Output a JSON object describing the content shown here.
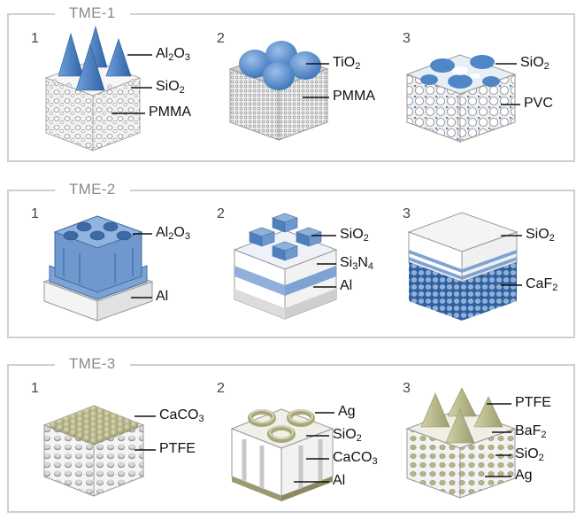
{
  "panels": [
    {
      "title": "TME-1",
      "structures": [
        {
          "number": "1",
          "labels": [
            [
              "Al",
              "2",
              "O",
              "3"
            ],
            [
              "SiO",
              "2"
            ],
            [
              "PMMA"
            ]
          ]
        },
        {
          "number": "2",
          "labels": [
            [
              "TiO",
              "2"
            ],
            [
              "PMMA"
            ]
          ]
        },
        {
          "number": "3",
          "labels": [
            [
              "SiO",
              "2"
            ],
            [
              "PVC"
            ]
          ]
        }
      ]
    },
    {
      "title": "TME-2",
      "structures": [
        {
          "number": "1",
          "labels": [
            [
              "Al",
              "2",
              "O",
              "3"
            ],
            [
              "Al"
            ]
          ]
        },
        {
          "number": "2",
          "labels": [
            [
              "SiO",
              "2"
            ],
            [
              "Si",
              "3",
              "N",
              "4"
            ],
            [
              "Al"
            ]
          ]
        },
        {
          "number": "3",
          "labels": [
            [
              "SiO",
              "2"
            ],
            [
              "CaF",
              "2"
            ]
          ]
        }
      ]
    },
    {
      "title": "TME-3",
      "structures": [
        {
          "number": "1",
          "labels": [
            [
              "CaCO",
              "3"
            ],
            [
              "PTFE"
            ]
          ]
        },
        {
          "number": "2",
          "labels": [
            [
              "Ag"
            ],
            [
              "SiO",
              "2"
            ],
            [
              "CaCO",
              "3"
            ],
            [
              "Al"
            ]
          ]
        },
        {
          "number": "3",
          "labels": [
            [
              "PTFE"
            ],
            [
              "BaF",
              "2"
            ],
            [
              "SiO",
              "2"
            ],
            [
              "Ag"
            ]
          ]
        }
      ]
    }
  ],
  "colors": {
    "blue": "#4f86c6",
    "blue_light": "#8fb0d8",
    "olive": "#b6b58a",
    "olive_dark": "#8f8e63",
    "gray_face": "#e9e9e9",
    "frame": "#cfcfcf"
  }
}
